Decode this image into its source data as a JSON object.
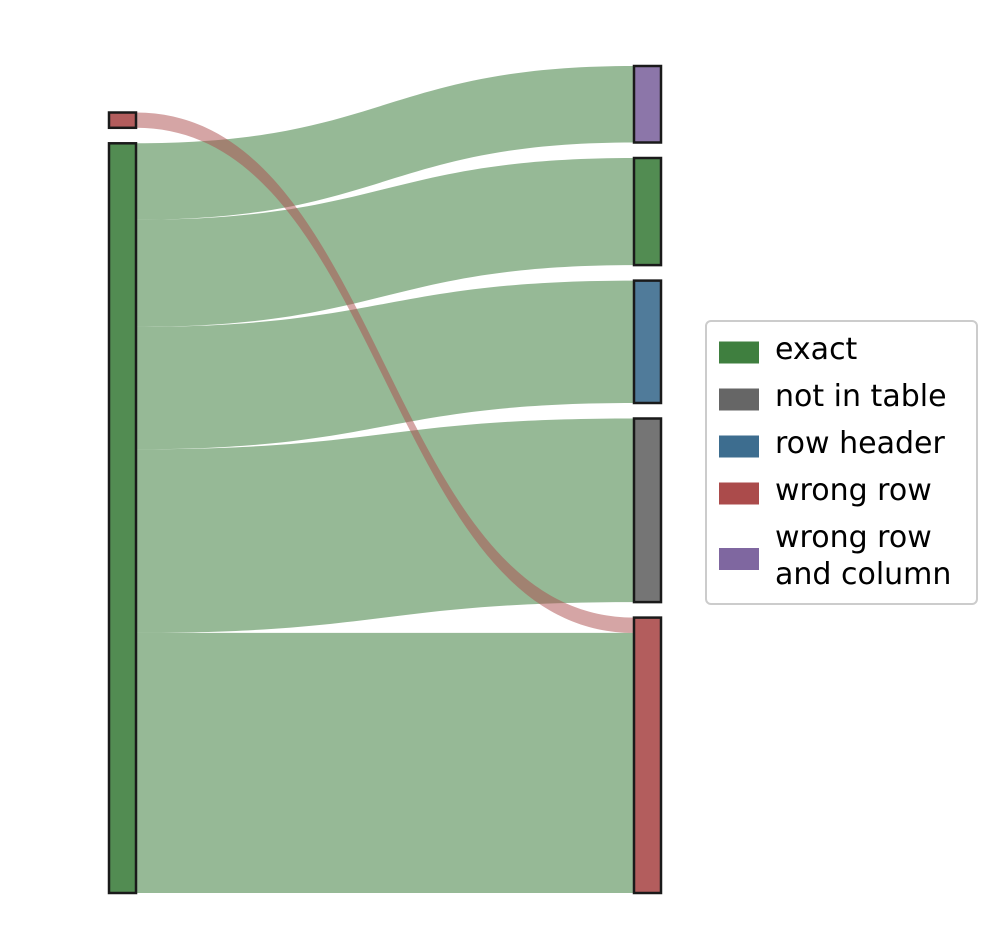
{
  "chart_data": {
    "type": "sankey",
    "colors": {
      "exact": "#3f7f3f",
      "not_in_table": "#666666",
      "row_header": "#3d6d8f",
      "wrong_row": "#ab4b4b",
      "wrong_row_and_column": "#7f67a0"
    },
    "legend": {
      "placement": "center-right",
      "entries": [
        {
          "key": "exact",
          "lines": [
            "exact"
          ]
        },
        {
          "key": "not_in_table",
          "lines": [
            "not in table"
          ]
        },
        {
          "key": "row_header",
          "lines": [
            "row header"
          ]
        },
        {
          "key": "wrong_row",
          "lines": [
            "wrong row"
          ]
        },
        {
          "key": "wrong_row_and_column",
          "lines": [
            "wrong row",
            "and column"
          ]
        }
      ]
    },
    "source_nodes": [
      {
        "key": "wrong_row",
        "value": 1
      },
      {
        "key": "exact",
        "value": 49
      }
    ],
    "target_nodes": [
      {
        "key": "wrong_row_and_column",
        "value": 5
      },
      {
        "key": "exact",
        "value": 7
      },
      {
        "key": "row_header",
        "value": 8
      },
      {
        "key": "not_in_table",
        "value": 12
      },
      {
        "key": "wrong_row",
        "value": 18
      }
    ],
    "flows": [
      {
        "source": "exact",
        "target": "wrong_row_and_column",
        "value": 5
      },
      {
        "source": "exact",
        "target": "exact",
        "value": 7
      },
      {
        "source": "exact",
        "target": "row_header",
        "value": 8
      },
      {
        "source": "exact",
        "target": "not_in_table",
        "value": 12
      },
      {
        "source": "exact",
        "target": "wrong_row",
        "value": 17
      },
      {
        "source": "wrong_row",
        "target": "wrong_row",
        "value": 1
      }
    ]
  }
}
